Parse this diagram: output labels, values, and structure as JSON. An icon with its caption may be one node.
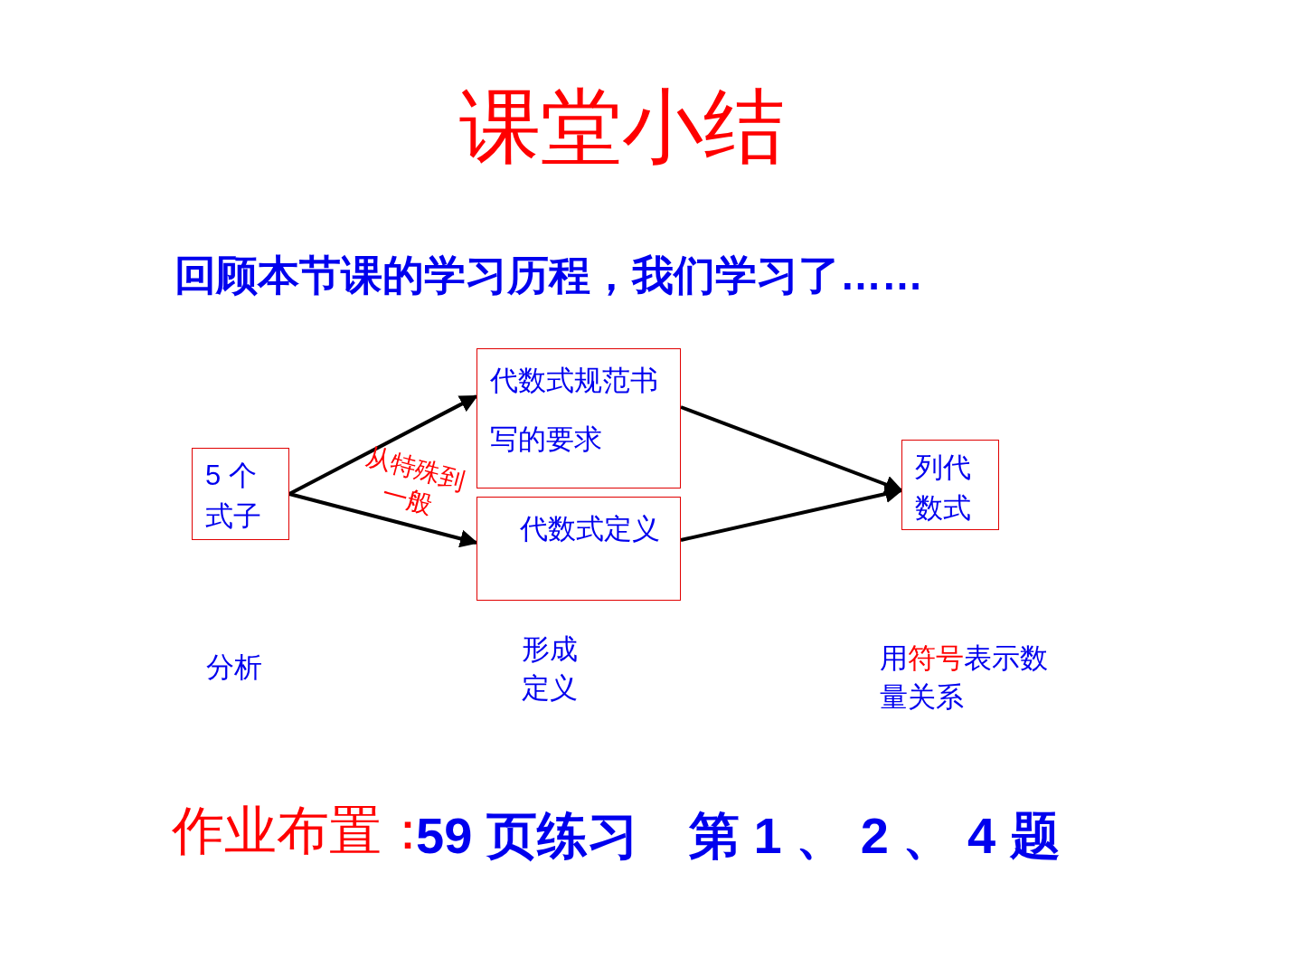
{
  "diagram": {
    "title": "课堂小结",
    "nodes": [
      {
        "text": [
          "5 个式子"
        ]
      },
      {
        "text": [
          "代数式规范书写的要求"
        ]
      },
      {
        "text": [
          "代数式定义"
        ]
      },
      {
        "text": [
          "列代数式"
        ]
      }
    ],
    "edges": [
      {
        "from": 0,
        "to": 1,
        "arrow": "to"
      },
      {
        "from": 0,
        "to": 2,
        "arrow": "to",
        "label": "从特殊到一般"
      },
      {
        "from": 1,
        "to": 3,
        "arrow": "to"
      },
      {
        "from": 2,
        "to": 3,
        "arrow": "to"
      }
    ],
    "labels": [
      "回顾本节课的学习历程，我们学习了……",
      "分析",
      "形成定义",
      "用**符号**表示数量关系",
      "作业布置：",
      "59 页练习　第 1 、 2 、 4 题"
    ]
  }
}
